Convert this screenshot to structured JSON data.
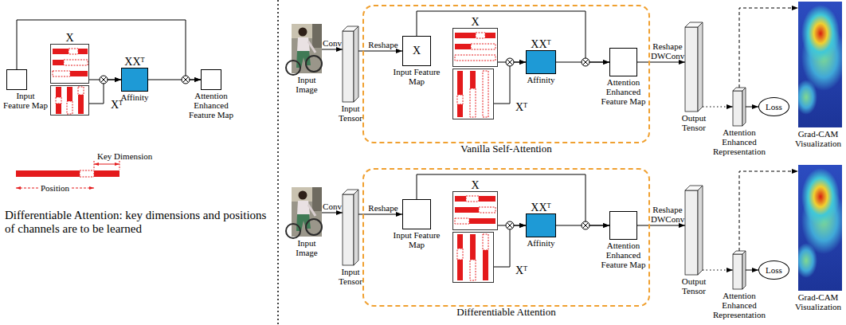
{
  "diagram": {
    "nodes": [
      {
        "text": [
          "Input Feature Map"
        ]
      },
      {
        "text": [
          "X"
        ]
      },
      {
        "text": [
          "Xᵀ"
        ]
      },
      {
        "text": [
          "XXᵀ",
          "Affinity"
        ]
      },
      {
        "text": [
          "Attention Enhanced Feature Map"
        ]
      },
      {
        "text": [
          "Input Image"
        ]
      },
      {
        "text": [
          "Input Tensor"
        ]
      },
      {
        "text": [
          "Vanilla Self-Attention"
        ]
      },
      {
        "text": [
          "X",
          "Input Feature Map"
        ],
        "in": 7
      },
      {
        "text": [
          "X"
        ],
        "in": 7
      },
      {
        "text": [
          "Xᵀ"
        ],
        "in": 7
      },
      {
        "text": [
          "XXᵀ",
          "Affinity"
        ],
        "in": 7
      },
      {
        "text": [
          "Attention Enhanced Feature Map"
        ],
        "in": 7
      },
      {
        "text": [
          "Output Tensor"
        ]
      },
      {
        "text": [
          "Attention Enhanced Representation"
        ]
      },
      {
        "text": [
          "Loss"
        ]
      },
      {
        "text": [
          "Grad-CAM Visualization"
        ]
      },
      {
        "text": [
          "Input Image"
        ]
      },
      {
        "text": [
          "Input Tensor"
        ]
      },
      {
        "text": [
          "Differentiable Attention"
        ]
      },
      {
        "text": [
          "Input Feature Map"
        ],
        "in": 19
      },
      {
        "text": [
          "X"
        ],
        "in": 19
      },
      {
        "text": [
          "Xᵀ"
        ],
        "in": 19
      },
      {
        "text": [
          "XXᵀ",
          "Affinity"
        ],
        "in": 19
      },
      {
        "text": [
          "Attention Enhanced Feature Map"
        ],
        "in": 19
      },
      {
        "text": [
          "Output Tensor"
        ]
      },
      {
        "text": [
          "Attention Enhanced Representation"
        ]
      },
      {
        "text": [
          "Loss"
        ]
      },
      {
        "text": [
          "Grad-CAM Visualization"
        ]
      }
    ],
    "edges": [
      {
        "from": 0,
        "to": 4,
        "arrow": "to"
      },
      {
        "from": 1,
        "to": 3,
        "arrow": "to"
      },
      {
        "from": 2,
        "to": 3,
        "arrow": "to"
      },
      {
        "from": 3,
        "to": 4,
        "arrow": "to"
      },
      {
        "from": 5,
        "to": 6,
        "label": "Conv",
        "arrow": "to"
      },
      {
        "from": 6,
        "to": 8,
        "label": "Reshape",
        "arrow": "to"
      },
      {
        "from": 8,
        "to": 12,
        "arrow": "to"
      },
      {
        "from": 9,
        "to": 11,
        "arrow": "to"
      },
      {
        "from": 10,
        "to": 11,
        "arrow": "to"
      },
      {
        "from": 11,
        "to": 12,
        "arrow": "to"
      },
      {
        "from": 12,
        "to": 13,
        "label": "Reshape DWConv",
        "arrow": "to"
      },
      {
        "from": 13,
        "to": 14,
        "arrow": "to"
      },
      {
        "from": 14,
        "to": 15,
        "arrow": "to"
      },
      {
        "from": 14,
        "to": 16,
        "arrow": "to"
      },
      {
        "from": 17,
        "to": 18,
        "label": "Conv",
        "arrow": "to"
      },
      {
        "from": 18,
        "to": 20,
        "label": "Reshape",
        "arrow": "to"
      },
      {
        "from": 20,
        "to": 24,
        "arrow": "to"
      },
      {
        "from": 21,
        "to": 23,
        "arrow": "to"
      },
      {
        "from": 22,
        "to": 23,
        "arrow": "to"
      },
      {
        "from": 23,
        "to": 24,
        "arrow": "to"
      },
      {
        "from": 24,
        "to": 25,
        "label": "Reshape DWConv",
        "arrow": "to"
      },
      {
        "from": 25,
        "to": 26,
        "arrow": "to"
      },
      {
        "from": 26,
        "to": 27,
        "arrow": "to"
      },
      {
        "from": 26,
        "to": 28,
        "arrow": "to"
      }
    ],
    "labels": [
      "Key Dimension",
      "Position",
      "Differentiable Attention: key dimensions and positions of channels are to be learned"
    ]
  }
}
